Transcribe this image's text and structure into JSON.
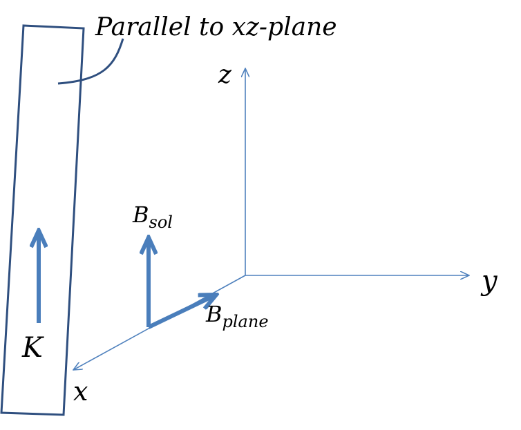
{
  "diagram": {
    "plane_label": "Parallel to xz-plane",
    "axes": {
      "z": "z",
      "y": "y",
      "x": "x"
    },
    "vectors": {
      "K": "K",
      "B_sol": {
        "base": "B",
        "sub": "sol"
      },
      "B_plane": {
        "base": "B",
        "sub": "plane"
      }
    },
    "colors": {
      "outline": "#2f4f7f",
      "axis": "#4f81bd",
      "arrow": "#4a7ebb",
      "text": "#000000"
    }
  }
}
